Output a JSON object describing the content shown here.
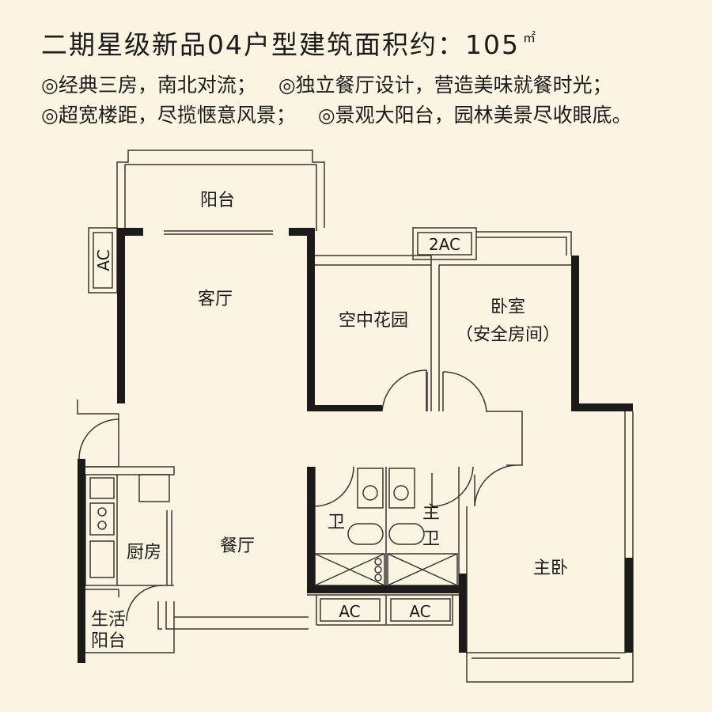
{
  "header": {
    "title": "二期星级新品04户型建筑面积约：105",
    "unit": "㎡",
    "features_line1": [
      "◎经典三房，南北对流；",
      "◎独立餐厅设计，营造美味就餐时光；"
    ],
    "features_line2": [
      "◎超宽楼距，尽揽惬意风景；",
      "◎景观大阳台，园林美景尽收眼底。"
    ]
  },
  "rooms": {
    "balcony": "阳台",
    "living_room": "客厅",
    "sky_garden": "空中花园",
    "bedroom": "卧室",
    "bedroom_note": "（安全房间）",
    "bathroom": "卫",
    "master_bath_1": "主",
    "master_bath_2": "卫",
    "kitchen": "厨房",
    "dining_room": "餐厅",
    "master_bedroom": "主卧",
    "utility_balcony_1": "生活",
    "utility_balcony_2": "阳台"
  },
  "ac_units": {
    "left": "AC",
    "top": "2AC",
    "bottom_left": "AC",
    "bottom_right": "AC"
  },
  "colors": {
    "background": "#fbf4e2",
    "wall": "#1c1b1a",
    "line": "#3a3632"
  }
}
